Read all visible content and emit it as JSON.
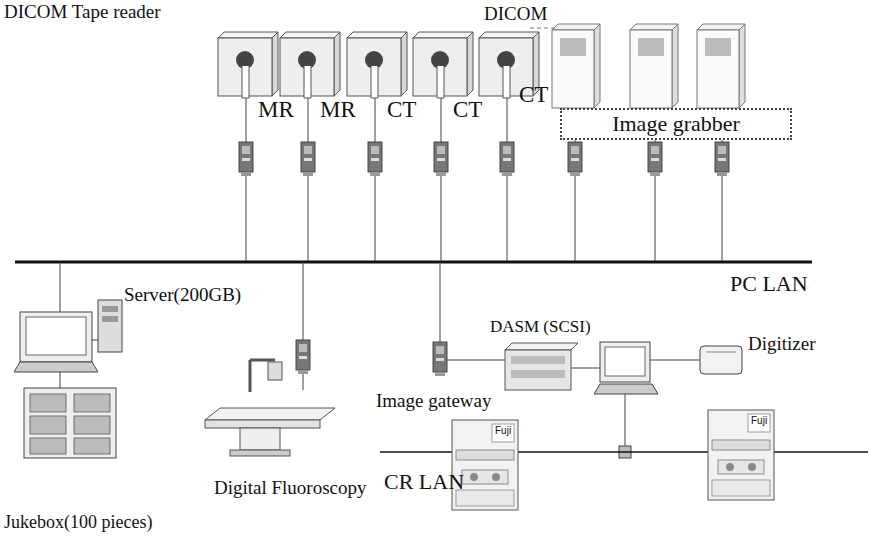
{
  "diagram": {
    "nodes": [
      {
        "text": [
          "Image grabber"
        ]
      }
    ],
    "edges": [],
    "labels": [
      "DICOM Tape reader",
      "DICOM",
      "MR",
      "MR",
      "CT",
      "CT",
      "CT",
      "PC LAN",
      "Server(200GB)",
      "DASM (SCSI)",
      "Digitizer",
      "Image gateway",
      "Fuji",
      "Fuji",
      "CR LAN",
      "Digital Fluoroscopy",
      "Jukebox(100 pieces)"
    ]
  }
}
